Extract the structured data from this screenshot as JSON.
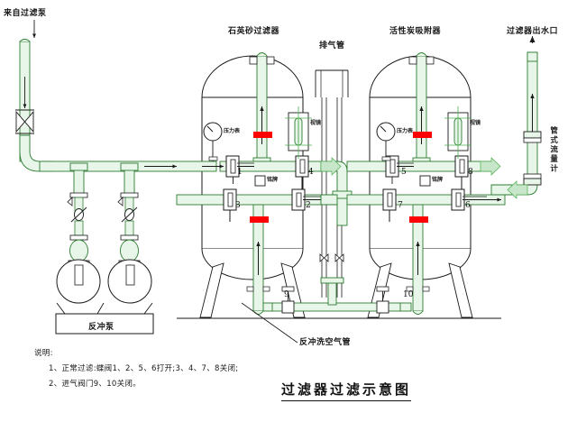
{
  "diagram": {
    "title": "过滤器过滤示意图",
    "colors": {
      "pipe_fill": "#e8f5e9",
      "pipe_stroke": "#2e7d32",
      "outline": "#1a1a1a",
      "marker_red": "#ff0000",
      "background": "#ffffff"
    },
    "labels": {
      "inlet": "来自过滤泵",
      "sand_filter": "石英砂过滤器",
      "exhaust_pipe": "排气管",
      "carbon_adsorber": "活性炭吸附器",
      "filter_outlet": "过滤器出水口",
      "flow_meter": "管式流量计",
      "backwash_pump": "反冲泵",
      "backwash_air_pipe": "反冲洗空气管",
      "sight_glass_left": "视镜",
      "sight_glass_right": "视镜",
      "nameplate_left": "铭牌",
      "nameplate_right": "铭牌",
      "pressure_gauge_left": "压力表",
      "pressure_gauge_right": "压力表"
    },
    "valve_numbers": [
      "1",
      "2",
      "3",
      "4",
      "5",
      "6",
      "7",
      "8",
      "9",
      "10"
    ],
    "notes": {
      "heading": "说明:",
      "line1": "1、正常过滤:蝶阀1、2、5、6打开;3、4、7、8关闭;",
      "line2": "2、进气阀门9、10关闭。"
    }
  }
}
